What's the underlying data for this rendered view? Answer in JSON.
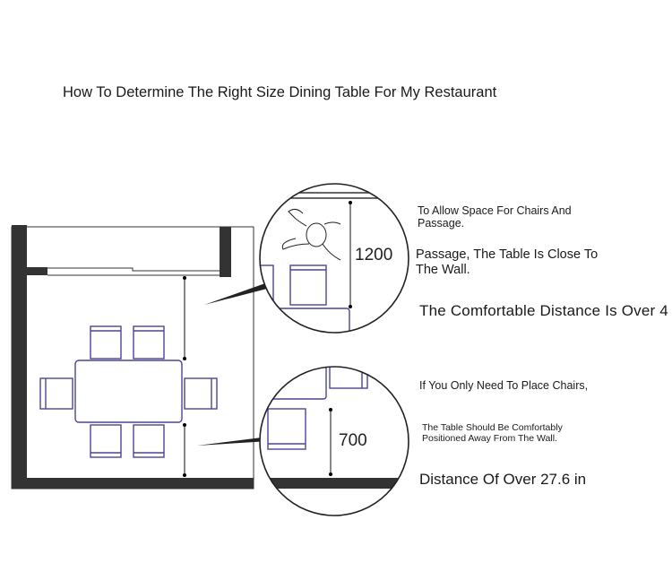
{
  "title": "How To Determine The Right Size Dining Table For My Restaurant",
  "notes": {
    "allow_space": "To Allow Space For Chairs And\nPassage.",
    "passage": "Passage, The Table Is Close To\nThe Wall.",
    "comfortable": "The Comfortable Distance Is Over 4",
    "only_chairs": "If You Only Need To Place Chairs,",
    "positioned": "The Table Should Be Comfortably\nPositioned Away From The Wall.",
    "distance": "Distance Of Over 27.6 in"
  },
  "diagram": {
    "passage_dimension": "1200",
    "chair_dimension": "700",
    "chair_color": "#4a4593",
    "wall_color": "#333333"
  }
}
